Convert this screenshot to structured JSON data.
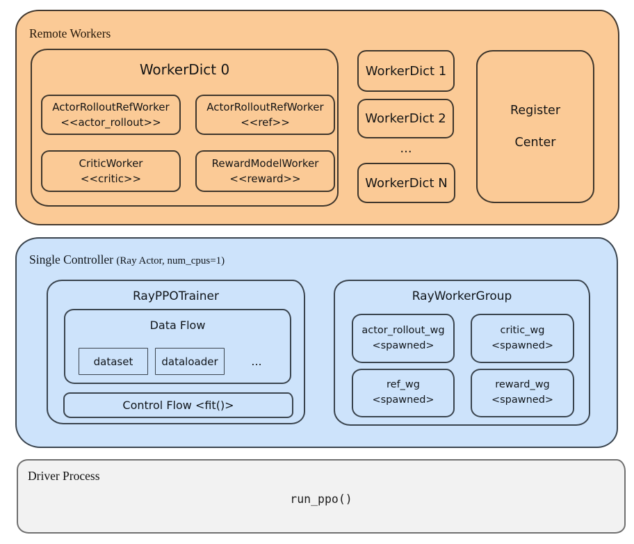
{
  "colors": {
    "remote_fill": "#fbca96",
    "remote_border": "#42382e",
    "controller_fill": "#cde3fb",
    "controller_border": "#39434d",
    "driver_fill": "#f2f2f2",
    "driver_border": "#6f6f6f"
  },
  "remote_workers": {
    "title": "Remote Workers",
    "workerdict0": {
      "title": "WorkerDict 0",
      "workers": [
        {
          "name": "ActorRolloutRefWorker",
          "stereotype": "<<actor_rollout>>"
        },
        {
          "name": "ActorRolloutRefWorker",
          "stereotype": "<<ref>>"
        },
        {
          "name": "CriticWorker",
          "stereotype": "<<critic>>"
        },
        {
          "name": "RewardModelWorker",
          "stereotype": "<<reward>>"
        }
      ]
    },
    "workerdict1": "WorkerDict 1",
    "workerdict2": "WorkerDict 2",
    "ellipsis": "...",
    "workerdictN": "WorkerDict N",
    "register_center": {
      "line1": "Register",
      "line2": "Center"
    }
  },
  "single_controller": {
    "title": "Single Controller",
    "subtitle": "(Ray Actor, num_cpus=1)",
    "ray_ppo_trainer": {
      "title": "RayPPOTrainer",
      "data_flow": {
        "title": "Data Flow",
        "items": [
          "dataset",
          "dataloader"
        ],
        "ellipsis": "..."
      },
      "control_flow": "Control Flow <fit()>"
    },
    "ray_worker_group": {
      "title": "RayWorkerGroup",
      "groups": [
        {
          "name": "actor_rollout_wg",
          "tag": "<spawned>"
        },
        {
          "name": "critic_wg",
          "tag": "<spawned>"
        },
        {
          "name": "ref_wg",
          "tag": "<spawned>"
        },
        {
          "name": "reward_wg",
          "tag": "<spawned>"
        }
      ]
    }
  },
  "driver": {
    "title": "Driver Process",
    "code": "run_ppo()"
  }
}
